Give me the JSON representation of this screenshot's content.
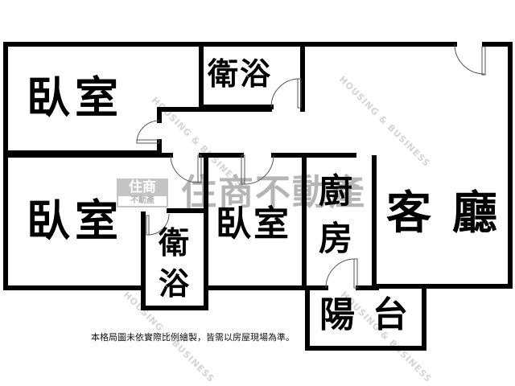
{
  "floorplan": {
    "rooms": [
      {
        "id": "bedroom-1",
        "label": "臥室",
        "position": "top-left"
      },
      {
        "id": "bathroom-1",
        "label": "衛浴",
        "position": "top-center"
      },
      {
        "id": "bedroom-2",
        "label": "臥室",
        "position": "middle-left"
      },
      {
        "id": "bathroom-2",
        "label": "衛浴",
        "position": "middle-small"
      },
      {
        "id": "bedroom-3",
        "label": "臥室",
        "position": "middle-center"
      },
      {
        "id": "kitchen",
        "label": "廚房",
        "position": "middle-right"
      },
      {
        "id": "living-room",
        "label": "客廳",
        "position": "right"
      },
      {
        "id": "balcony",
        "label": "陽台",
        "position": "bottom"
      }
    ],
    "labels": {
      "bedroom_top": "臥室",
      "bath_top": "衛浴",
      "bedroom_mid": "臥室",
      "bath_small_1": "衛",
      "bath_small_2": "浴",
      "bedroom_center": "臥室",
      "kitchen_1": "廚",
      "kitchen_2": "房",
      "living_1": "客",
      "living_2": "廳",
      "balcony_1": "陽",
      "balcony_2": "台"
    },
    "wall_color": "#000000",
    "door_color": "#555555"
  },
  "watermark": {
    "brand_large": "住商不動產",
    "logo_top": "住商",
    "logo_bottom": "不動產",
    "tagline": "HOUSING & BUSINESS",
    "color": "#b5b5b5"
  },
  "footnote": "本格局圖未依實際比例繪製，皆需以房屋現場為準。"
}
